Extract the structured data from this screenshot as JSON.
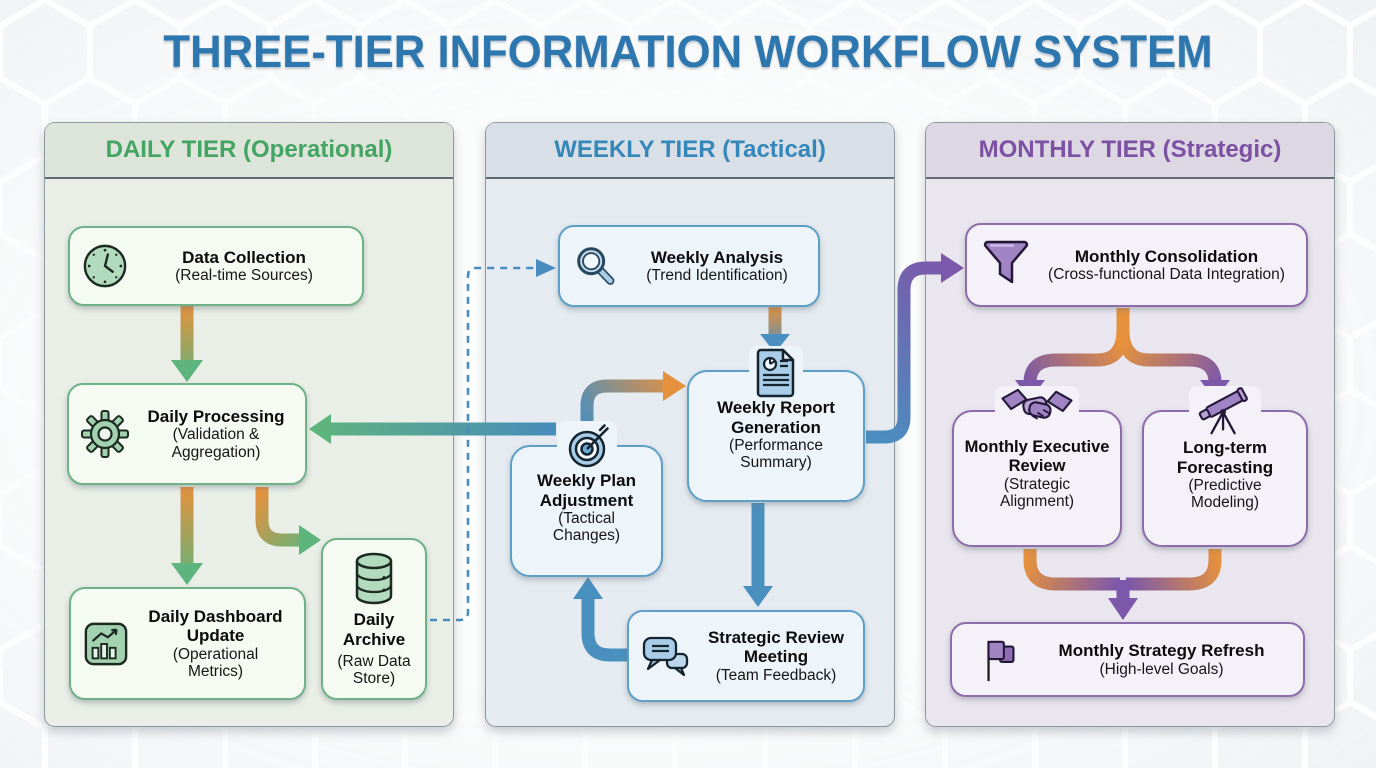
{
  "title": "THREE-TIER INFORMATION WORKFLOW SYSTEM",
  "tiers": {
    "daily": {
      "header": "DAILY TIER (Operational)"
    },
    "weekly": {
      "header": "WEEKLY TIER (Tactical)"
    },
    "monthly": {
      "header": "MONTHLY TIER (Strategic)"
    }
  },
  "nodes": {
    "data_collection": {
      "title": "Data Collection",
      "subtitle": "(Real-time Sources)",
      "icon": "clock-icon"
    },
    "daily_processing": {
      "title": "Daily Processing",
      "subtitle": "(Validation & Aggregation)",
      "icon": "gear-icon"
    },
    "daily_dashboard_update": {
      "title": "Daily Dashboard Update",
      "subtitle": "(Operational Metrics)",
      "icon": "bar-chart-icon"
    },
    "daily_archive": {
      "title": "Daily Archive",
      "subtitle": "(Raw Data Store)",
      "icon": "database-icon"
    },
    "weekly_analysis": {
      "title": "Weekly Analysis",
      "subtitle": "(Trend Identification)",
      "icon": "magnifier-icon"
    },
    "weekly_report_generation": {
      "title": "Weekly Report Generation",
      "subtitle": "(Performance Summary)",
      "icon": "report-document-icon"
    },
    "weekly_plan_adjustment": {
      "title": "Weekly Plan Adjustment",
      "subtitle": "(Tactical Changes)",
      "icon": "target-icon"
    },
    "strategic_review_meeting": {
      "title": "Strategic Review Meeting",
      "subtitle": "(Team Feedback)",
      "icon": "chat-icon"
    },
    "monthly_consolidation": {
      "title": "Monthly Consolidation",
      "subtitle": "(Cross-functional Data Integration)",
      "icon": "funnel-icon"
    },
    "monthly_executive_review": {
      "title": "Monthly Executive Review",
      "subtitle": "(Strategic Alignment)",
      "icon": "handshake-icon"
    },
    "long_term_forecasting": {
      "title": "Long-term Forecasting",
      "subtitle": "(Predictive Modeling)",
      "icon": "telescope-icon"
    },
    "monthly_strategy_refresh": {
      "title": "Monthly Strategy Refresh",
      "subtitle": "(High-level Goals)",
      "icon": "flag-icon"
    }
  },
  "palette": {
    "title_blue": "#2e76ae",
    "daily_green": "#44a463",
    "weekly_blue": "#3587b9",
    "monthly_purple": "#7c50a2",
    "arrow_orange": "#e5913d",
    "arrow_green": "#5eb47d",
    "arrow_blue": "#4a90bf",
    "arrow_purple": "#7b58a9",
    "dashed_blue": "#4a8cbe"
  }
}
